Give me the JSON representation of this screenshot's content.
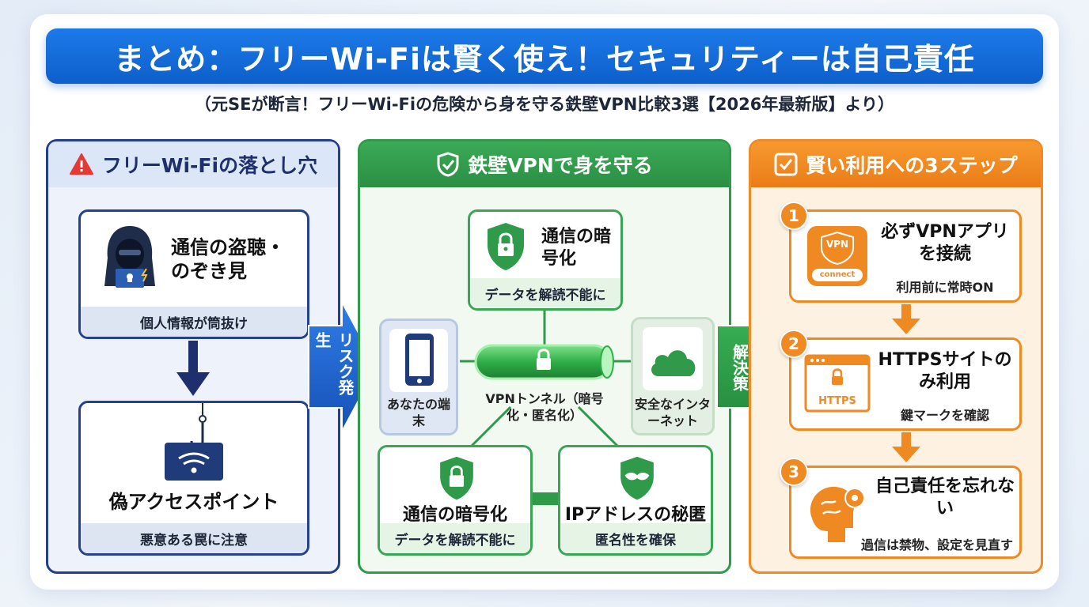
{
  "header": {
    "title": "まとめ：フリーWi-Fiは賢く使え！セキュリティーは自己責任",
    "subtitle": "（元SEが断言！フリーWi-Fiの危険から身を守る鉄壁VPN比較3選【2026年最新版】より）"
  },
  "left": {
    "heading": "フリーWi-Fiの落とし穴",
    "box1": {
      "title": "通信の盗聴・のぞき見",
      "footer": "個人情報が筒抜け"
    },
    "box2": {
      "title": "偽アクセスポイント",
      "footer": "悪意ある罠に注意"
    }
  },
  "arrow1": {
    "label": "リスク発生"
  },
  "center": {
    "heading": "鉄壁VPNで身を守る",
    "top": {
      "title": "通信の暗号化",
      "footer": "データを解読不能に"
    },
    "device": "あなたの端末",
    "internet": "安全なインターネット",
    "tunnel": "VPNトンネル（暗号化・匿名化）",
    "bottom_left": {
      "title": "通信の暗号化",
      "footer": "データを解読不能に"
    },
    "bottom_right": {
      "title": "IPアドレスの秘匿",
      "footer": "匿名性を確保"
    }
  },
  "arrow2": {
    "label": "解決策"
  },
  "right": {
    "heading": "賢い利用への3ステップ",
    "steps": [
      {
        "num": "1",
        "title": "必ずVPNアプリを接続",
        "note": "利用前に常時ON",
        "icon_text": "VPN",
        "icon_sub": "connect"
      },
      {
        "num": "2",
        "title": "HTTPSサイトのみ利用",
        "note": "鍵マークを確認",
        "icon_text": "HTTPS"
      },
      {
        "num": "3",
        "title": "自己責任を忘れない",
        "note": "過信は禁物、設定を見直す"
      }
    ]
  },
  "colors": {
    "blue": "#1c7ae8",
    "navy": "#233f8c",
    "green": "#2f9a4a",
    "orange": "#f08a24"
  }
}
